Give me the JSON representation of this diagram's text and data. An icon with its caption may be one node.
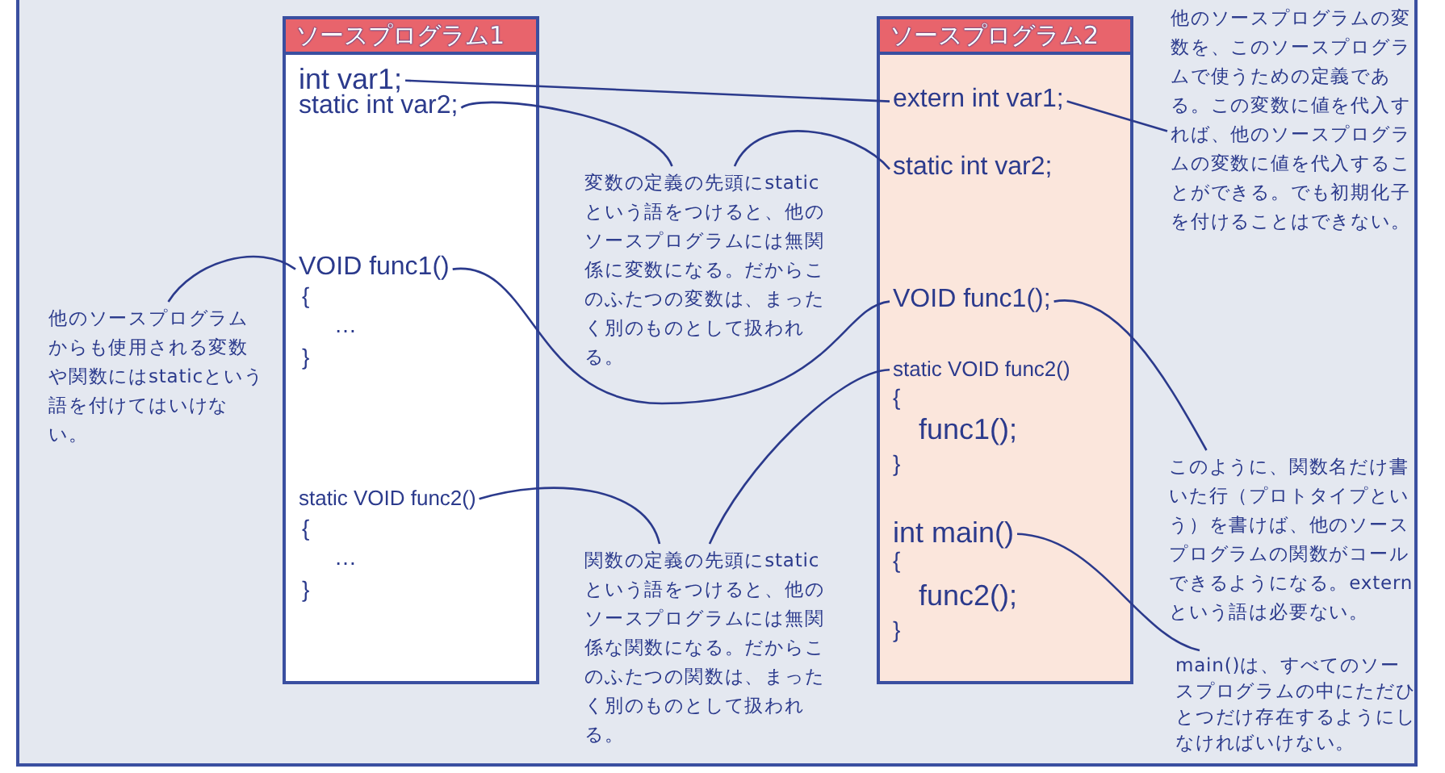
{
  "diagram": {
    "nodes": [
      {
        "text": [
          "ソースプログラム1"
        ]
      },
      {
        "text": [
          "int var1;"
        ],
        "in": 0
      },
      {
        "text": [
          "static int var2;"
        ],
        "in": 0
      },
      {
        "text": [
          "VOID func1()"
        ],
        "in": 0
      },
      {
        "text": [
          "static VOID func2()"
        ],
        "in": 0
      },
      {
        "text": [
          "ソースプログラム2"
        ]
      },
      {
        "text": [
          "extern int var1;"
        ],
        "in": 5
      },
      {
        "text": [
          "static int var2;"
        ],
        "in": 5
      },
      {
        "text": [
          "VOID func1();"
        ],
        "in": 5
      },
      {
        "text": [
          "static VOID func2()"
        ],
        "in": 5
      },
      {
        "text": [
          "int main()"
        ],
        "in": 5
      },
      {
        "text": [
          "他のソースプログラムの変数を、このソースプログラムで使うための定義である。この変数に値を代入すれば、他のソースプログラムの変数に値を代入することができる。でも初期化子を付けることはできない。"
        ]
      },
      {
        "text": [
          "変数の定義の先頭にstaticという語をつけると、他のソースプログラムには無関係に変数になる。だからこのふたつの変数は、まったく別のものとして扱われる。"
        ]
      },
      {
        "text": [
          "他のソースプログラムからも使用される変数や関数にはstaticという語を付けてはいけない。"
        ]
      },
      {
        "text": [
          "このように、関数名だけ書いた行（プロトタイプという）を書けば、他のソースプログラムの関数がコールできるようになる。externという語は必要ない。"
        ]
      },
      {
        "text": [
          "関数の定義の先頭にstaticという語をつけると、他のソースプログラムには無関係な関数になる。だからこのふたつの関数は、まったく別のものとして扱われる。"
        ]
      },
      {
        "text": [
          "main()は、すべてのソースプログラムの中にただひとつだけ存在するようにしなければいけない。"
        ]
      }
    ],
    "edges": [
      {
        "from": 1,
        "to": 6,
        "arrow": "none"
      },
      {
        "from": 12,
        "to": 2,
        "arrow": "none"
      },
      {
        "from": 12,
        "to": 7,
        "arrow": "none"
      },
      {
        "from": 13,
        "to": 3,
        "arrow": "none"
      },
      {
        "from": 3,
        "to": 8,
        "arrow": "none"
      },
      {
        "from": 6,
        "to": 11,
        "arrow": "none"
      },
      {
        "from": 8,
        "to": 14,
        "arrow": "none"
      },
      {
        "from": 15,
        "to": 4,
        "arrow": "none"
      },
      {
        "from": 15,
        "to": 9,
        "arrow": "none"
      },
      {
        "from": 10,
        "to": 16,
        "arrow": "none"
      }
    ],
    "labels": [
      "{",
      "…",
      "}",
      "{",
      "…",
      "}",
      "{",
      "func1();",
      "}",
      "{",
      "func2();",
      "}"
    ]
  }
}
